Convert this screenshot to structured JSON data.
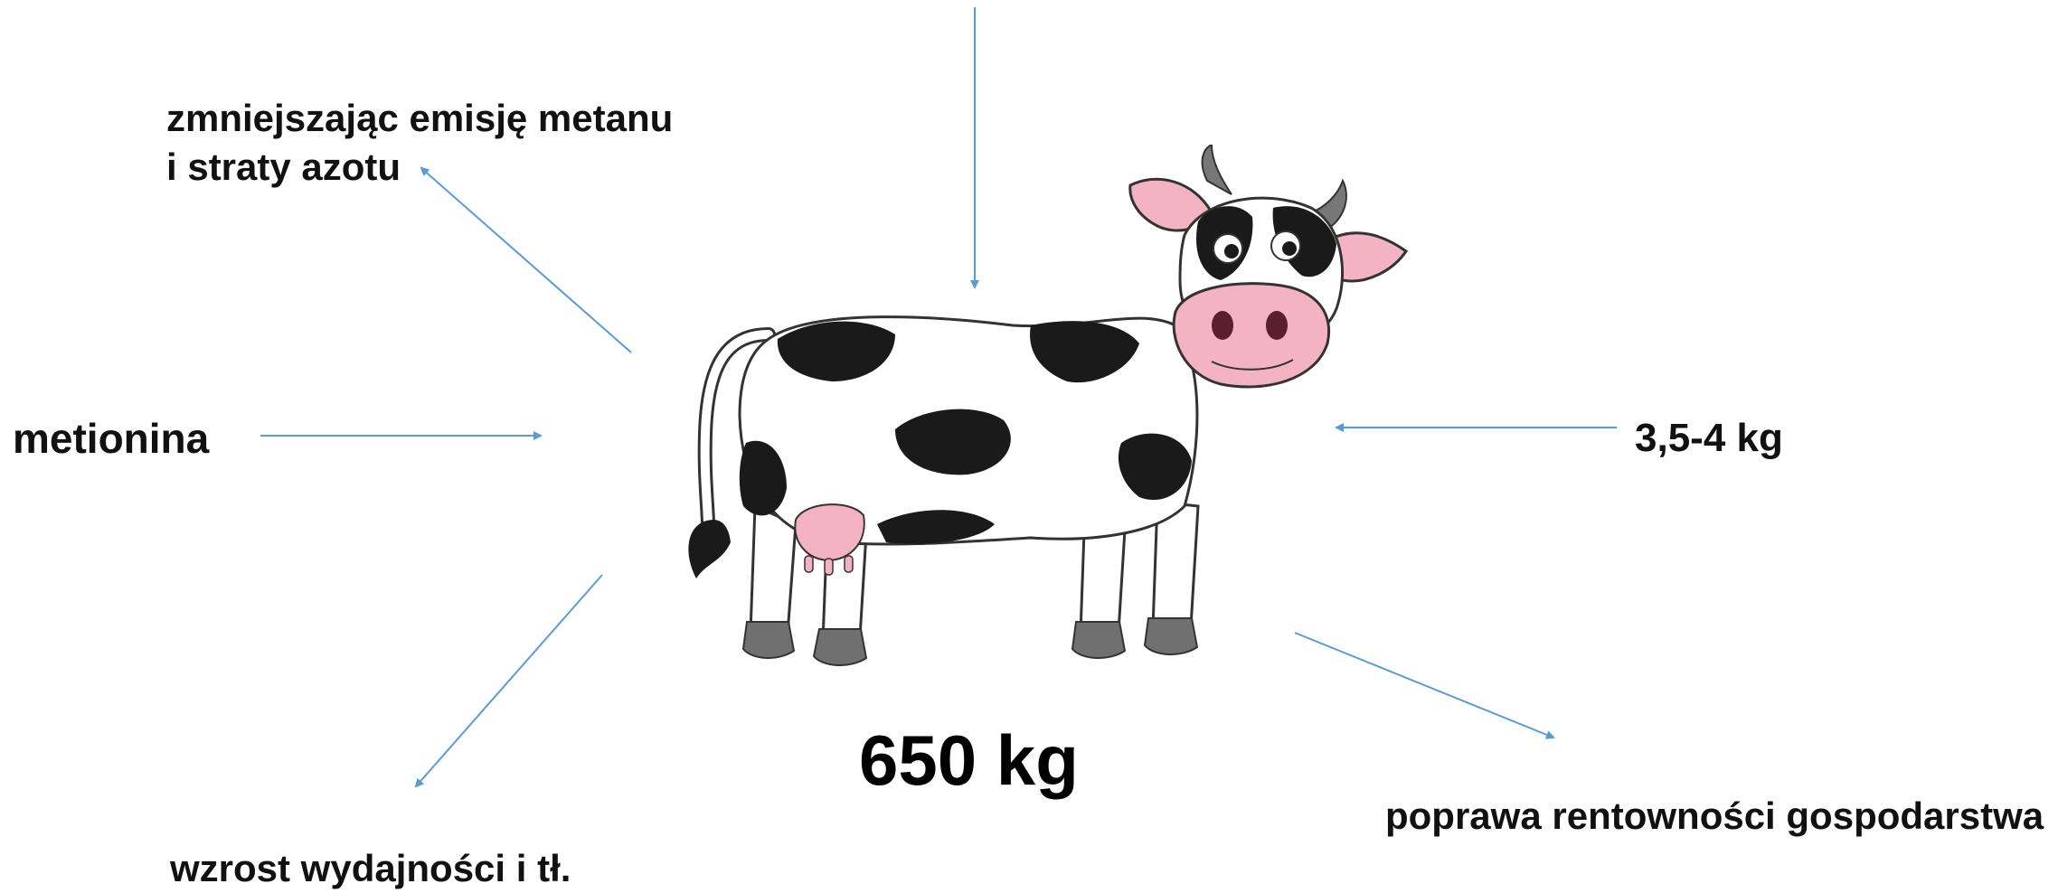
{
  "labels": {
    "emissions_line1": "zmniejszając emisję metanu",
    "emissions_line2": "i straty azotu",
    "methionine": "metionina",
    "dose": "3,5-4 kg",
    "yield": "wzrost wydajności i tł.",
    "profitability": "poprawa rentowności gospodarstwa",
    "weight": "650 kg"
  },
  "colors": {
    "arrow": "#5b9bd5",
    "text": "#111111",
    "cow_spot": "#1a1a1a",
    "cow_pink": "#f4b3c2",
    "hoof": "#707070"
  },
  "icons": {
    "central_image": "cow-illustration"
  }
}
